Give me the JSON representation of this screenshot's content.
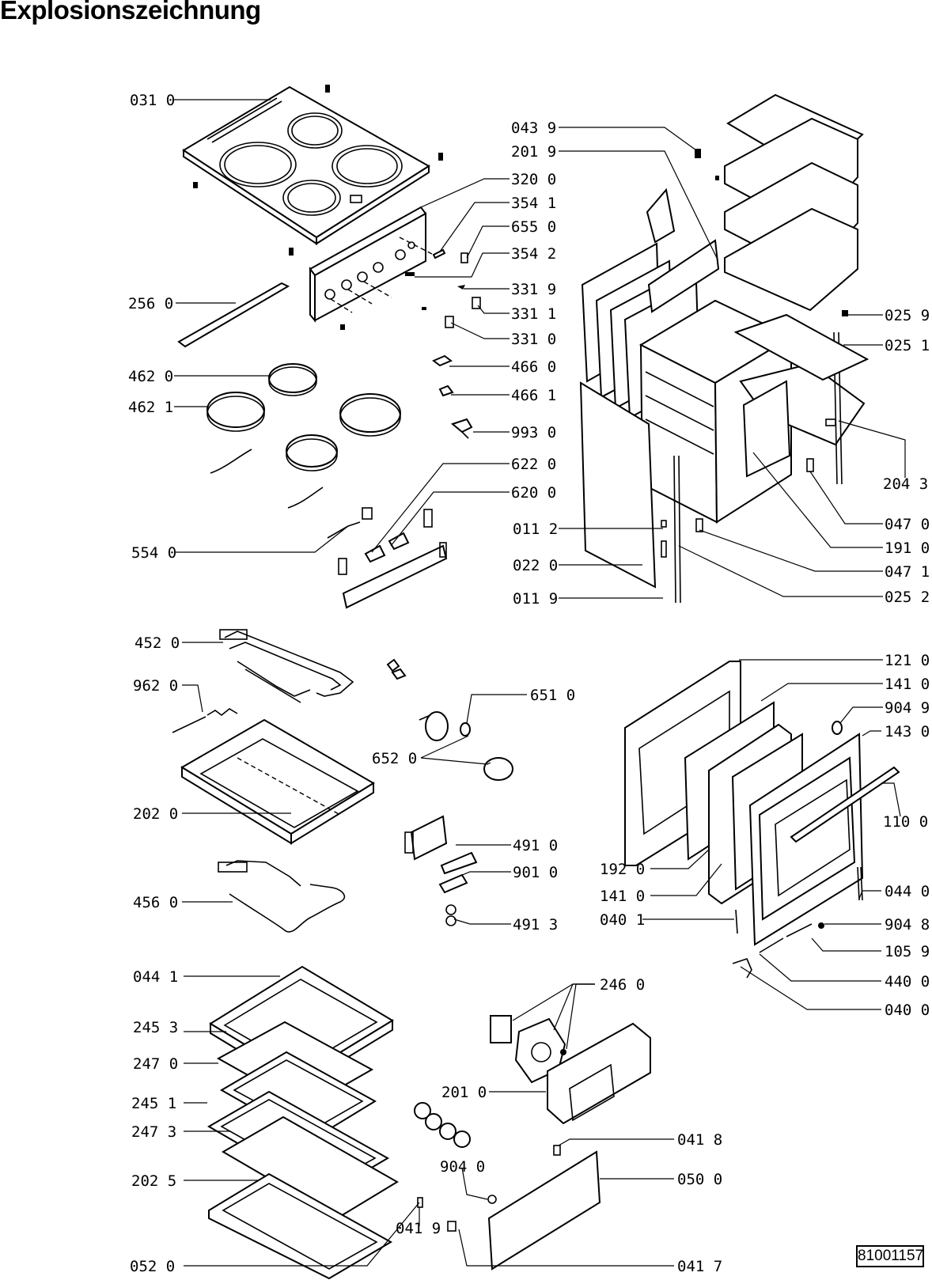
{
  "title": "Explosionszeichnung",
  "document_number": "81001157",
  "callouts": [
    {
      "id": "p0310",
      "text": "031 0"
    },
    {
      "id": "p4390",
      "text": "043 9"
    },
    {
      "id": "p2019",
      "text": "201 9"
    },
    {
      "id": "p3200",
      "text": "320 0"
    },
    {
      "id": "p3541",
      "text": "354 1"
    },
    {
      "id": "p6550",
      "text": "655 0"
    },
    {
      "id": "p3542",
      "text": "354 2"
    },
    {
      "id": "p3319",
      "text": "331 9"
    },
    {
      "id": "p3311",
      "text": "331 1"
    },
    {
      "id": "p3310",
      "text": "331 0"
    },
    {
      "id": "p2560",
      "text": "256 0"
    },
    {
      "id": "p0259",
      "text": "025 9"
    },
    {
      "id": "p0251",
      "text": "025 1"
    },
    {
      "id": "p4660",
      "text": "466 0"
    },
    {
      "id": "p4661",
      "text": "466 1"
    },
    {
      "id": "p4620",
      "text": "462 0"
    },
    {
      "id": "p4621",
      "text": "462 1"
    },
    {
      "id": "p9930",
      "text": "993 0"
    },
    {
      "id": "p2043",
      "text": "204 3"
    },
    {
      "id": "p6220",
      "text": "622 0"
    },
    {
      "id": "p6200",
      "text": "620 0"
    },
    {
      "id": "p0470",
      "text": "047 0"
    },
    {
      "id": "p0112",
      "text": "011 2"
    },
    {
      "id": "p1910",
      "text": "191 0"
    },
    {
      "id": "p5540",
      "text": "554 0"
    },
    {
      "id": "p0220",
      "text": "022 0"
    },
    {
      "id": "p0471",
      "text": "047 1"
    },
    {
      "id": "p0119",
      "text": "011 9"
    },
    {
      "id": "p0252",
      "text": "025 2"
    },
    {
      "id": "p4520",
      "text": "452 0"
    },
    {
      "id": "p1210",
      "text": "121 0"
    },
    {
      "id": "p9620",
      "text": "962 0"
    },
    {
      "id": "p6510",
      "text": "651 0"
    },
    {
      "id": "p1410a",
      "text": "141 0"
    },
    {
      "id": "p9049",
      "text": "904 9"
    },
    {
      "id": "p1430",
      "text": "143 0"
    },
    {
      "id": "p6520",
      "text": "652 0"
    },
    {
      "id": "p2020",
      "text": "202 0"
    },
    {
      "id": "p1100",
      "text": "110 0"
    },
    {
      "id": "p4910",
      "text": "491 0"
    },
    {
      "id": "p1920",
      "text": "192 0"
    },
    {
      "id": "p9010",
      "text": "901 0"
    },
    {
      "id": "p4560",
      "text": "456 0"
    },
    {
      "id": "p1410b",
      "text": "141 0"
    },
    {
      "id": "p0440",
      "text": "044 0"
    },
    {
      "id": "p0401",
      "text": "040 1"
    },
    {
      "id": "p4913",
      "text": "491 3"
    },
    {
      "id": "p9048",
      "text": "904 8"
    },
    {
      "id": "p1059",
      "text": "105 9"
    },
    {
      "id": "p0441",
      "text": "044 1"
    },
    {
      "id": "p2460",
      "text": "246 0"
    },
    {
      "id": "p4400",
      "text": "440 0"
    },
    {
      "id": "p0400",
      "text": "040 0"
    },
    {
      "id": "p2453",
      "text": "245 3"
    },
    {
      "id": "p2470",
      "text": "247 0"
    },
    {
      "id": "p2010",
      "text": "201 0"
    },
    {
      "id": "p2451",
      "text": "245 1"
    },
    {
      "id": "p2473",
      "text": "247 3"
    },
    {
      "id": "p0418",
      "text": "041 8"
    },
    {
      "id": "p9040",
      "text": "904 0"
    },
    {
      "id": "p2025",
      "text": "202 5"
    },
    {
      "id": "p0500",
      "text": "050 0"
    },
    {
      "id": "p0419",
      "text": "041 9"
    },
    {
      "id": "p0520",
      "text": "052 0"
    },
    {
      "id": "p0417",
      "text": "041 7"
    }
  ]
}
